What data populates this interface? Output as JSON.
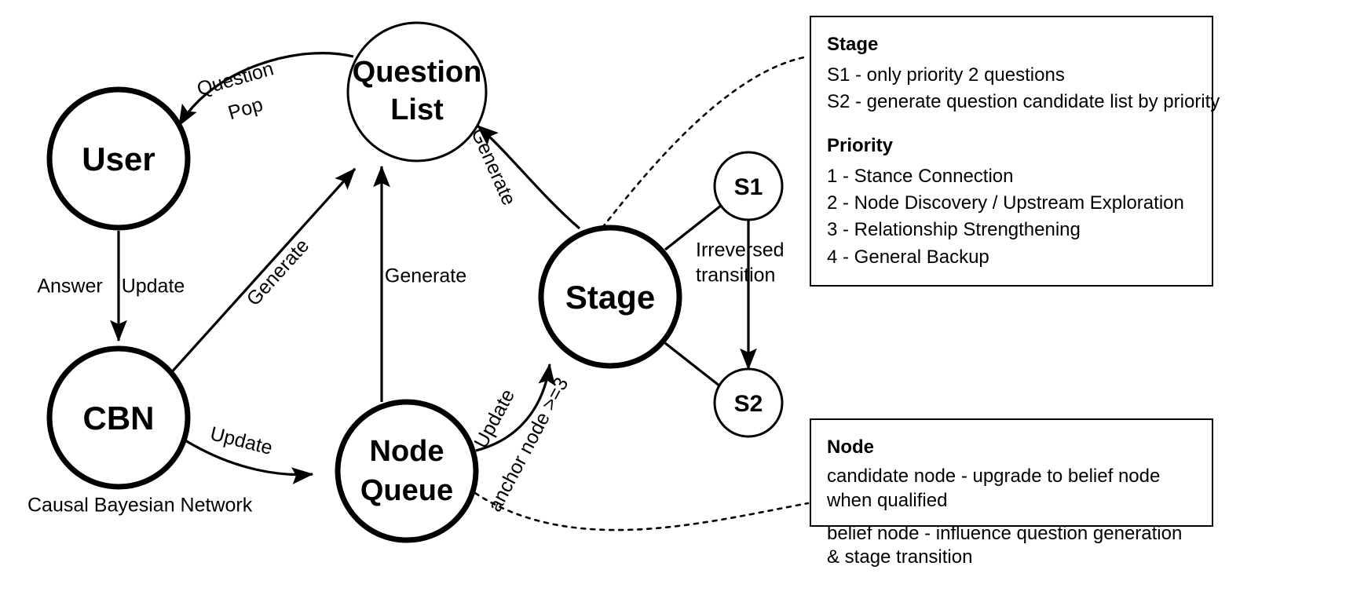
{
  "diagram": {
    "nodes": [
      {
        "id": "user",
        "label": "User"
      },
      {
        "id": "cbn",
        "label": "CBN"
      },
      {
        "id": "question_list",
        "label_line1": "Question",
        "label_line2": "List"
      },
      {
        "id": "node_queue",
        "label_line1": "Node",
        "label_line2": "Queue"
      },
      {
        "id": "stage",
        "label": "Stage"
      },
      {
        "id": "s1",
        "label": "S1"
      },
      {
        "id": "s2",
        "label": "S2"
      }
    ],
    "edge_labels": {
      "question_pop_line1": "Question",
      "question_pop_line2": "Pop",
      "answer": "Answer",
      "update_user_cbn": "Update",
      "generate_cbn_to_list": "Generate",
      "generate_queue_to_list": "Generate",
      "generate_stage_to_list": "Generate",
      "update_cbn_to_queue": "Update",
      "update_queue_to_stage": "Update",
      "anchor_condition": "anchor node >=3",
      "irreversed_line1": "Irreversed",
      "irreversed_line2": "transition"
    },
    "caption": "Causal Bayesian Network"
  },
  "stage_info_box": {
    "title": "Stage",
    "lines": [
      "S1 - only priority 2 questions",
      "S2 - generate question candidate list by priority"
    ],
    "priority_title": "Priority",
    "priority_lines": [
      "1 - Stance Connection",
      "2 - Node Discovery / Upstream Exploration",
      "3 - Relationship Strengthening",
      "4 - General Backup"
    ]
  },
  "node_info_box": {
    "title": "Node",
    "lines": [
      "candidate node - upgrade to belief node when qualified",
      "belief node - influence question generation & stage transition"
    ]
  },
  "colors": {
    "stroke": "#000000",
    "background": "#ffffff"
  }
}
